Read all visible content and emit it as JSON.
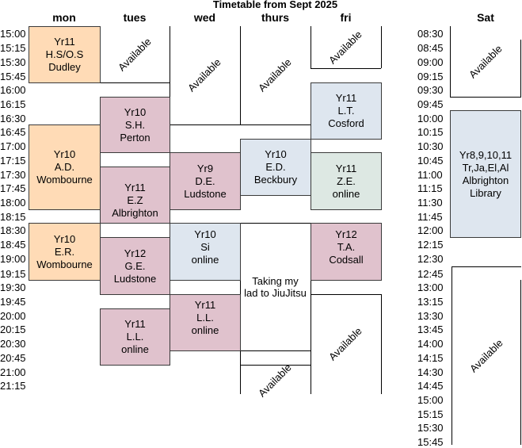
{
  "title": "Timetable from Sept 2025",
  "days": [
    "mon",
    "tues",
    "wed",
    "thurs",
    "fri",
    "Sat"
  ],
  "weekday_times": [
    "15:00",
    "15:15",
    "15:30",
    "15:45",
    "16:00",
    "16:15",
    "16:30",
    "16:45",
    "17:00",
    "17:15",
    "17:30",
    "17:45",
    "18:00",
    "18:15",
    "18:30",
    "18:45",
    "19:00",
    "19:15",
    "19:30",
    "19:45",
    "20:00",
    "20:15",
    "20:30",
    "20:45",
    "21:00",
    "21:15"
  ],
  "sat_times": [
    "08:30",
    "08:45",
    "09:00",
    "09:15",
    "09:30",
    "09:45",
    "10:00",
    "10:15",
    "10:30",
    "10:45",
    "11:00",
    "11:15",
    "11:30",
    "11:45",
    "12:00",
    "12:15",
    "12:30",
    "12:45",
    "13:00",
    "13:15",
    "13:30",
    "13:45",
    "14:00",
    "14:15",
    "14:30",
    "14:45",
    "15:00",
    "15:15",
    "15:30",
    "15:45"
  ],
  "available_label": "Available",
  "sessions": {
    "mon_1": {
      "line1": "Yr11",
      "line2": "H.S/O.S",
      "line3": "Dudley",
      "color": "#ffdbb6"
    },
    "mon_2": {
      "line1": "Yr10",
      "line2": "A.D.",
      "line3": "Wombourne",
      "color": "#ffdbb6"
    },
    "mon_3": {
      "line1": "Yr10",
      "line2": "E.R.",
      "line3": "Wombourne",
      "color": "#ffdbb6"
    },
    "tues_1": {
      "line1": "Yr10",
      "line2": "S.H.",
      "line3": "Perton",
      "color": "#e0c2cd"
    },
    "tues_2": {
      "line1": "Yr11",
      "line2": "E.Z",
      "line3": "Albrighton",
      "color": "#e0c2cd"
    },
    "tues_3": {
      "line1": "Yr12",
      "line2": "G.E.",
      "line3": "Ludstone",
      "color": "#e0c2cd"
    },
    "tues_4": {
      "line1": "Yr11",
      "line2": "L.L.",
      "line3": "online",
      "color": "#e0c2cd"
    },
    "wed_1": {
      "line1": "Yr9",
      "line2": "D.E.",
      "line3": "Ludstone",
      "color": "#e0c2cd"
    },
    "wed_2": {
      "line1": "Yr10",
      "line2": "Si",
      "line3": "online",
      "color": "#dee6ef"
    },
    "wed_3": {
      "line1": "Yr11",
      "line2": "L.L.",
      "line3": "online",
      "color": "#e0c2cd"
    },
    "thurs_1": {
      "line1": "Yr10",
      "line2": "E.D.",
      "line3": "Beckbury",
      "color": "#dee6ef"
    },
    "thurs_note": {
      "line1": "Taking my",
      "line2": "lad to JiuJitsu"
    },
    "fri_1": {
      "line1": "Yr11",
      "line2": "L.T.",
      "line3": "Cosford",
      "color": "#dee6ef"
    },
    "fri_2": {
      "line1": "Yr11",
      "line2": "Z.E.",
      "line3": "online",
      "color": "#dde8e3"
    },
    "fri_3": {
      "line1": "Yr12",
      "line2": "T.A.",
      "line3": "Codsall",
      "color": "#e0c2cd"
    },
    "sat_1": {
      "line1": "Yr8,9,10,11",
      "line2": "Tr,Ja,El,Al",
      "line3": "Albrighton",
      "line4": "Library",
      "color": "#dee6ef"
    }
  }
}
